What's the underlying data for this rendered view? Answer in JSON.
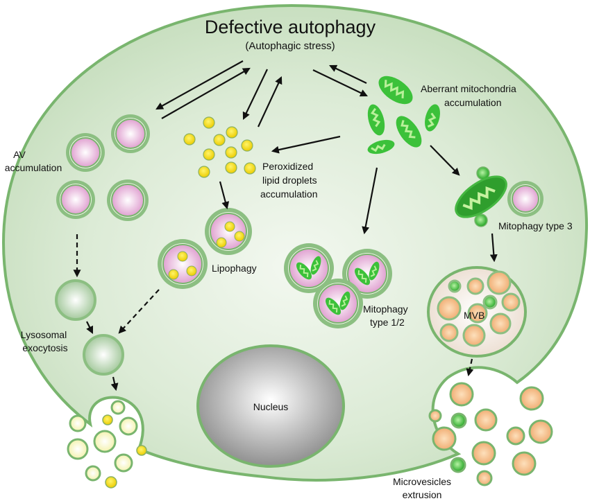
{
  "title": "Defective autophagy",
  "subtitle": "(Autophagic stress)",
  "labels": {
    "av_accumulation": [
      "AV",
      "accumulation"
    ],
    "lipid_droplets": [
      "Peroxidized",
      "lipid droplets",
      "accumulation"
    ],
    "aberrant_mitochondria": [
      "Aberrant mitochondria",
      "accumulation"
    ],
    "lipophagy": "Lipophagy",
    "mitophagy_type_12": [
      "Mitophagy",
      "type 1/2"
    ],
    "mitophagy_type_3": "Mitophagy type 3",
    "lysosomal_exocytosis": [
      "Lysosomal",
      "exocytosis"
    ],
    "nucleus": "Nucleus",
    "mvb": "MVB",
    "microvesicles": [
      "Microvesicles",
      "extrusion"
    ]
  },
  "colors": {
    "cell_fill": "#cfe3c8",
    "membrane": "#79b56e",
    "autophagosome_core": "#e6a9d6",
    "lipid": "#f2de00",
    "mitochondria": "#3cc13a",
    "vesicle_orange": "#f2b27a",
    "nucleus": "#8a8a8a"
  }
}
